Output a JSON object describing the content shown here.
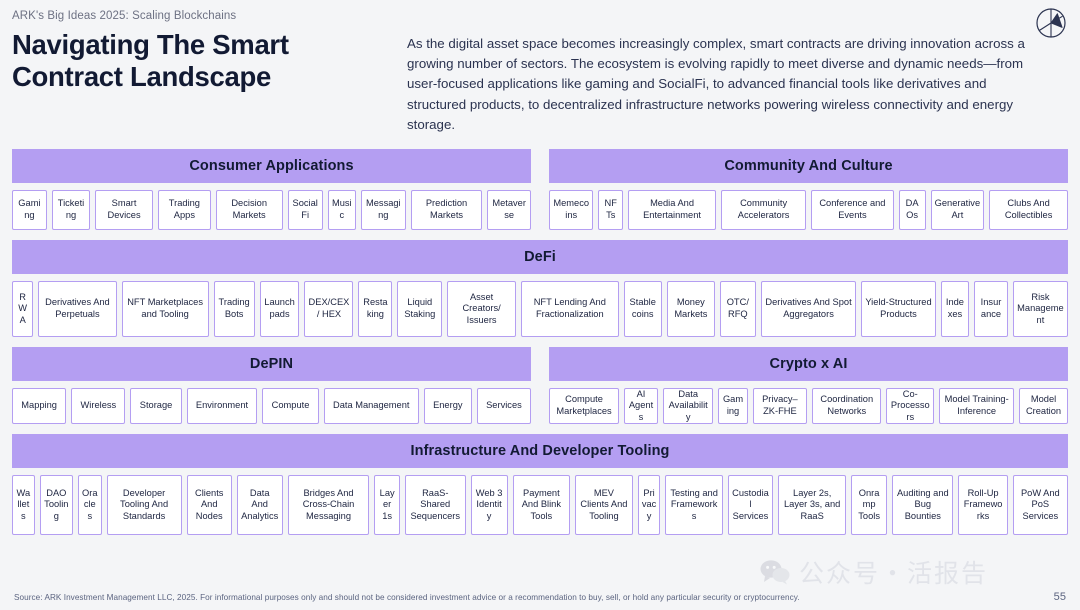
{
  "header": {
    "eyebrow": "ARK's Big Ideas 2025: Scaling Blockchains",
    "title": "Navigating The Smart Contract Landscape",
    "body": "As the digital asset space becomes increasingly complex, smart contracts are driving innovation across a growing number of sectors. The ecosystem is evolving rapidly to meet diverse and dynamic needs—from user-focused applications like gaming and SocialFi, to advanced financial tools like derivatives and structured products, to decentralized infrastructure networks powering wireless connectivity and energy storage.",
    "logo_name": "ark-invest-logo"
  },
  "colors": {
    "accent_purple": "#b49ef2",
    "page_background": "#f4f5f7",
    "tile_background": "#ffffff",
    "text_dark": "#121a33",
    "footer_text": "#5b6480"
  },
  "sections": [
    {
      "id": "consumer-applications",
      "title": "Consumer Applications",
      "tiles": [
        "Gaming",
        "Ticketing",
        "Smart Devices",
        "Trading Apps",
        "Decision Markets",
        "SocialFi",
        "Music",
        "Messaging",
        "Prediction Markets",
        "Metaverse"
      ]
    },
    {
      "id": "community-and-culture",
      "title": "Community And Culture",
      "tiles": [
        "Memecoins",
        "NFTs",
        "Media And Entertainment",
        "Community Accelerators",
        "Conference and Events",
        "DAOs",
        "Generative Art",
        "Clubs And Collectibles"
      ]
    },
    {
      "id": "defi",
      "title": "DeFi",
      "tiles": [
        "RWA",
        "Derivatives And Perpetuals",
        "NFT Marketplaces and Tooling",
        "Trading Bots",
        "Launchpads",
        "DEX/CEX/ HEX",
        "Restaking",
        "Liquid Staking",
        "Asset Creators/ Issuers",
        "NFT Lending And Fractionalization",
        "Stablecoins",
        "Money Markets",
        "OTC/ RFQ",
        "Derivatives And Spot Aggregators",
        "Yield-Structured Products",
        "Indexes",
        "Insurance",
        "Risk Management"
      ]
    },
    {
      "id": "depin",
      "title": "DePIN",
      "tiles": [
        "Mapping",
        "Wireless",
        "Storage",
        "Environment",
        "Compute",
        "Data Management",
        "Energy",
        "Services"
      ]
    },
    {
      "id": "crypto-x-ai",
      "title": "Crypto x AI",
      "tiles": [
        "Compute Marketplaces",
        "AI Agents",
        "Data Availability",
        "Gaming",
        "Privacy– ZK-FHE",
        "Coordination Networks",
        "Co-Processors",
        "Model Training-Inference",
        "Model Creation"
      ]
    },
    {
      "id": "infrastructure-and-developer-tooling",
      "title": "Infrastructure And Developer Tooling",
      "tiles": [
        "Wallets",
        "DAO Tooling",
        "Oracles",
        "Developer Tooling And Standards",
        "Clients And Nodes",
        "Data And Analytics",
        "Bridges And Cross-Chain Messaging",
        "Layer 1s",
        "RaaS-Shared Sequencers",
        "Web 3 Identity",
        "Payment And Blink Tools",
        "MEV Clients And Tooling",
        "Privacy",
        "Testing and Frameworks",
        "Custodial Services",
        "Layer 2s, Layer 3s, and RaaS",
        "Onramp Tools",
        "Auditing and Bug Bounties",
        "Roll-Up Frameworks",
        "PoW And PoS Services"
      ]
    }
  ],
  "footer": {
    "source": "Source: ARK Investment Management LLC, 2025. For informational purposes only and should not be considered investment advice or a recommendation to buy, sell, or hold any particular security or cryptocurrency.",
    "page_number": "55"
  },
  "watermark": {
    "text": "公众号・活报告"
  }
}
